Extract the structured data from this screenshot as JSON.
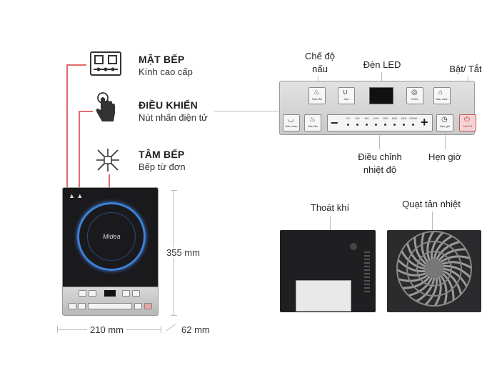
{
  "features": [
    {
      "icon": "stove-burner-icon",
      "title": "MẶT BẾP",
      "subtitle": "Kính cao cấp"
    },
    {
      "icon": "touch-hand-icon",
      "title": "ĐIỀU KHIỂN",
      "subtitle": "Nút nhấn điện tử"
    },
    {
      "icon": "heat-star-icon",
      "title": "TÂM BẾP",
      "subtitle": "Bếp từ đơn"
    }
  ],
  "dimensions": {
    "height": "355 mm",
    "width": "210 mm",
    "depth": "62 mm"
  },
  "panel_labels": {
    "che_do_nau_1": "Chế độ",
    "che_do_nau_2": "nấu",
    "den_led": "Đèn LED",
    "bat_tat": "Bật/ Tắt",
    "dieu_chinh_1": "Điều chỉnh",
    "dieu_chinh_2": "nhiệt độ",
    "hen_gio": "Hẹn giờ"
  },
  "panel_buttons": {
    "soup": "Nấu lẩu",
    "fry": "Xào",
    "deep_fry": "Chiên",
    "boil": "Nấu canh",
    "porridge": "Nấu cháo",
    "hotpot": "Nấu lẩu",
    "timer": "Hẹn giờ",
    "power": "Mở/Tắt"
  },
  "temp_steps": [
    "120",
    "300",
    "800",
    "1000",
    "1300",
    "1600",
    "1800",
    "2000W"
  ],
  "photos": {
    "vent": "Thoát khí",
    "fan": "Quạt tản nhiệt"
  },
  "brand": "Midea",
  "colors": {
    "accent_red": "#e06b6b",
    "ring_blue": "#3f7fd9"
  }
}
